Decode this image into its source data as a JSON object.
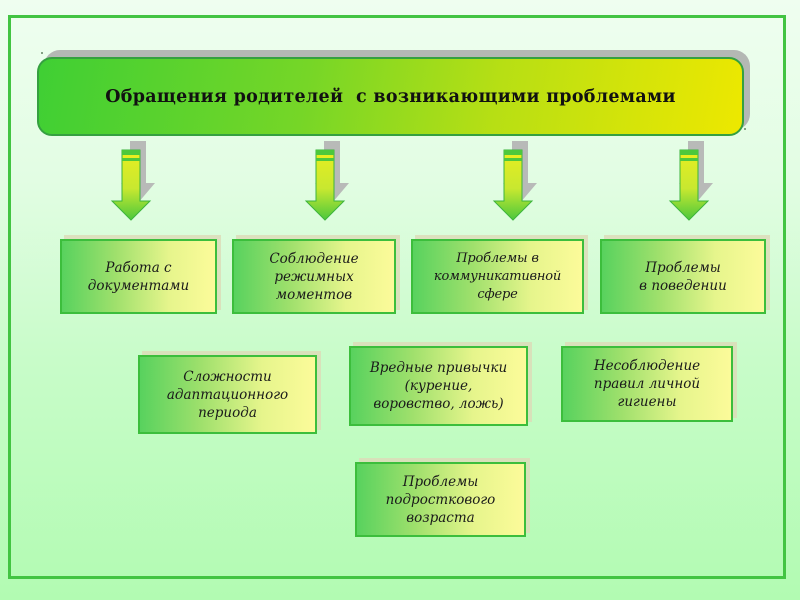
{
  "diagram": {
    "title": "Обращения родителей  с возникающими проблемами",
    "arrow_count": 4,
    "colors": {
      "frame_border": "#42c442",
      "banner_gradient_start": "#3fcf34",
      "banner_gradient_end": "#ede800",
      "banner_border": "#35a040",
      "banner_shadow": "#b4b8b4",
      "box_border": "#3cbe3c",
      "box_gradient_start": "#58d25e",
      "box_gradient_end": "#fcfb9a",
      "box_shadow": "#dcdcb8",
      "arrow_green": "#4cc83c",
      "arrow_yellow": "#e8ee20",
      "text": "#1a1a1a"
    },
    "boxes": [
      {
        "id": "documents",
        "text": "Работа с\nдокументами"
      },
      {
        "id": "routine",
        "text": "Соблюдение\nрежимных\nмоментов"
      },
      {
        "id": "communication",
        "text": "Проблемы в\nкоммуникативной\nсфере"
      },
      {
        "id": "behavior",
        "text": "Проблемы\nв поведении"
      },
      {
        "id": "adaptation",
        "text": "Сложности\nадаптационного\nпериода"
      },
      {
        "id": "bad-habits",
        "text": "Вредные привычки\n(курение,\nворовство, ложь)"
      },
      {
        "id": "hygiene",
        "text": "Несоблюдение\nправил личной\nгигиены"
      },
      {
        "id": "adolescence",
        "text": "Проблемы\nподросткового\nвозраста"
      }
    ]
  }
}
